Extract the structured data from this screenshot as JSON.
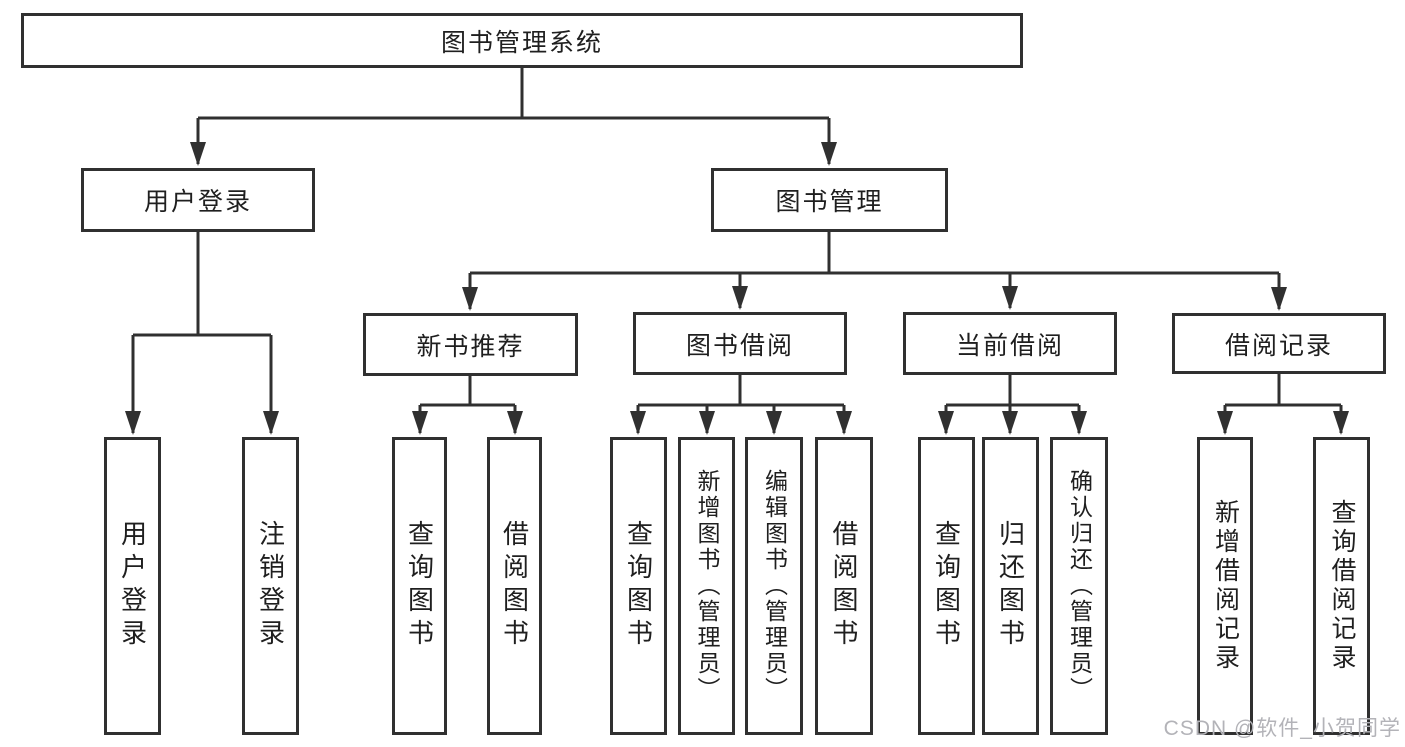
{
  "tree": {
    "root": {
      "label": "图书管理系统",
      "children": [
        {
          "label": "用户登录",
          "children": [
            {
              "label": "用户登录"
            },
            {
              "label": "注销登录"
            }
          ]
        },
        {
          "label": "图书管理",
          "children": [
            {
              "label": "新书推荐",
              "children": [
                {
                  "label": "查询图书"
                },
                {
                  "label": "借阅图书"
                }
              ]
            },
            {
              "label": "图书借阅",
              "children": [
                {
                  "label": "查询图书"
                },
                {
                  "label": "新增图书（管理员）"
                },
                {
                  "label": "编辑图书（管理员）"
                },
                {
                  "label": "借阅图书"
                }
              ]
            },
            {
              "label": "当前借阅",
              "children": [
                {
                  "label": "查询图书"
                },
                {
                  "label": "归还图书"
                },
                {
                  "label": "确认归还（管理员）"
                }
              ]
            },
            {
              "label": "借阅记录",
              "children": [
                {
                  "label": "新增借阅记录"
                },
                {
                  "label": "查询借阅记录"
                }
              ]
            }
          ]
        }
      ]
    }
  },
  "watermark": {
    "text": "CSDN @软件_小贺同学"
  },
  "colors": {
    "line": "#303030",
    "text": "#1f1f1f",
    "watermark": "#b3b3b8",
    "background": "#ffffff"
  }
}
